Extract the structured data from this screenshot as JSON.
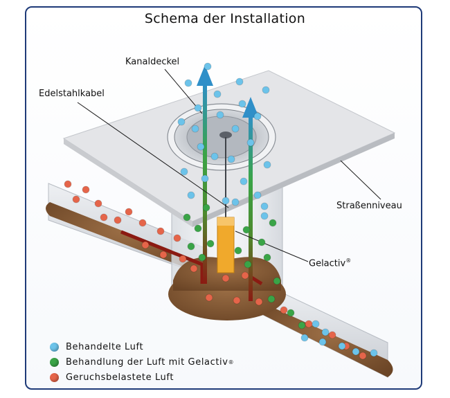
{
  "title": "Schema der Installation",
  "labels": {
    "kanaldeckel": "Kanaldeckel",
    "edelstahlkabel": "Edelstahlkabel",
    "strassenniveau": "Straßenniveau",
    "gelactiv": "Gelactiv",
    "gelactiv_mark": "®"
  },
  "legend": [
    {
      "label": "Behandelte Luft",
      "mark": "",
      "color": "#6cc3ea"
    },
    {
      "label": "Behandlung der Luft mit Gelactiv",
      "mark": "®",
      "color": "#3aa447"
    },
    {
      "label": "Geruchsbelastete Luft",
      "mark": "",
      "color": "#e5654a"
    }
  ],
  "colors": {
    "frame": "#1e3a78",
    "street_plate": "#d9dadc",
    "sludge": "#7a5230",
    "arrow_blue": "#2f8fc8",
    "arrow_red": "#8b1a12",
    "gelactiv_block": "#f0a92c"
  }
}
